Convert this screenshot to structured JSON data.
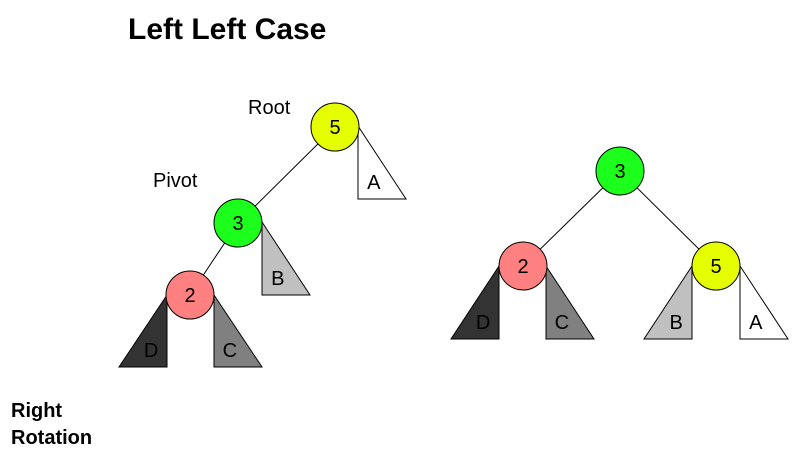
{
  "title": "Left Left Case",
  "caption": {
    "line1": "Right",
    "line2": "Rotation"
  },
  "labels": {
    "root": "Root",
    "pivot": "Pivot"
  },
  "colors": {
    "yellow": "#e6ff00",
    "green": "#1cff1c",
    "pink": "#ff8080",
    "white": "#ffffff",
    "lightGray": "#c0c0c0",
    "gray": "#808080",
    "darkGray": "#333333"
  },
  "before": {
    "node5": "5",
    "node3": "3",
    "node2": "2",
    "subA": "A",
    "subB": "B",
    "subC": "C",
    "subD": "D"
  },
  "after": {
    "node3": "3",
    "node2": "2",
    "node5": "5",
    "subA": "A",
    "subB": "B",
    "subC": "C",
    "subD": "D"
  }
}
